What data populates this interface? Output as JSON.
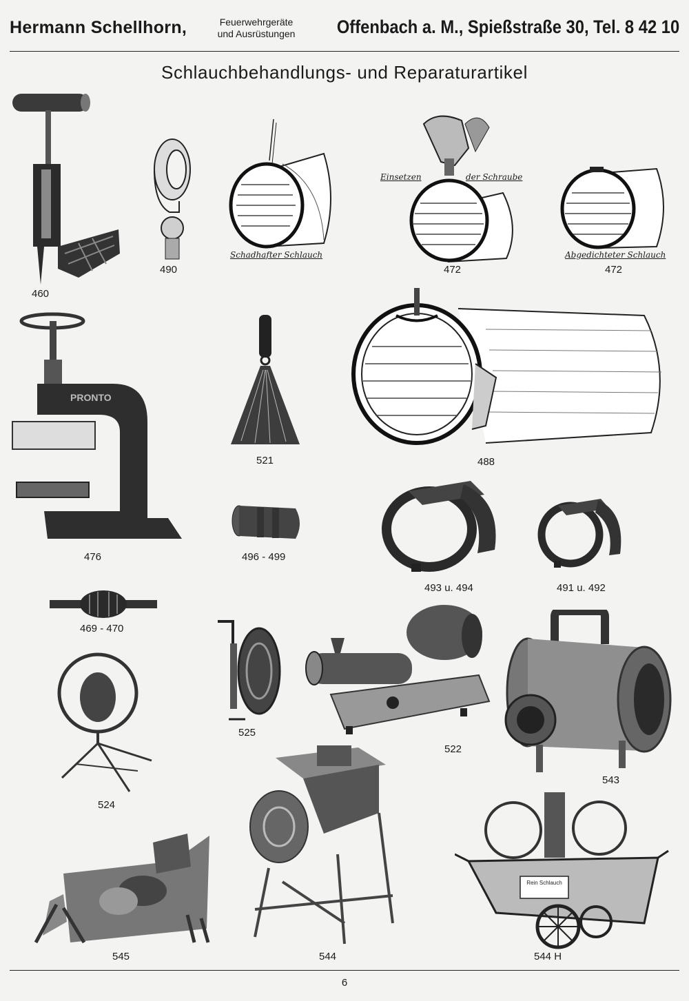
{
  "header": {
    "company": "Hermann Schellhorn,",
    "line1": "Feuerwehrgeräte",
    "line2": "und Ausrüstungen",
    "address": "Offenbach a. M., Spießstraße 30, Tel. 8 42 10"
  },
  "title": "Schlauchbehandlungs- und Reparaturartikel",
  "labels": {
    "schadhafter": "Schadhafter Schlauch",
    "einsetzen": "Einsetzen",
    "der_schraube": "der Schraube",
    "abgedichteter": "Abgedichteter Schlauch",
    "pronto": "PRONTO",
    "rein_schlauch": "Rein Schlauch"
  },
  "items": [
    {
      "number": "460"
    },
    {
      "number": "490"
    },
    {
      "number": "472"
    },
    {
      "number": "472"
    },
    {
      "number": "476"
    },
    {
      "number": "521"
    },
    {
      "number": "488"
    },
    {
      "number": "496 - 499"
    },
    {
      "number": "493 u. 494"
    },
    {
      "number": "491 u. 492"
    },
    {
      "number": "469 - 470"
    },
    {
      "number": "525"
    },
    {
      "number": "522"
    },
    {
      "number": "543"
    },
    {
      "number": "524"
    },
    {
      "number": "545"
    },
    {
      "number": "544"
    },
    {
      "number": "544 H"
    }
  ],
  "page_number": "6"
}
